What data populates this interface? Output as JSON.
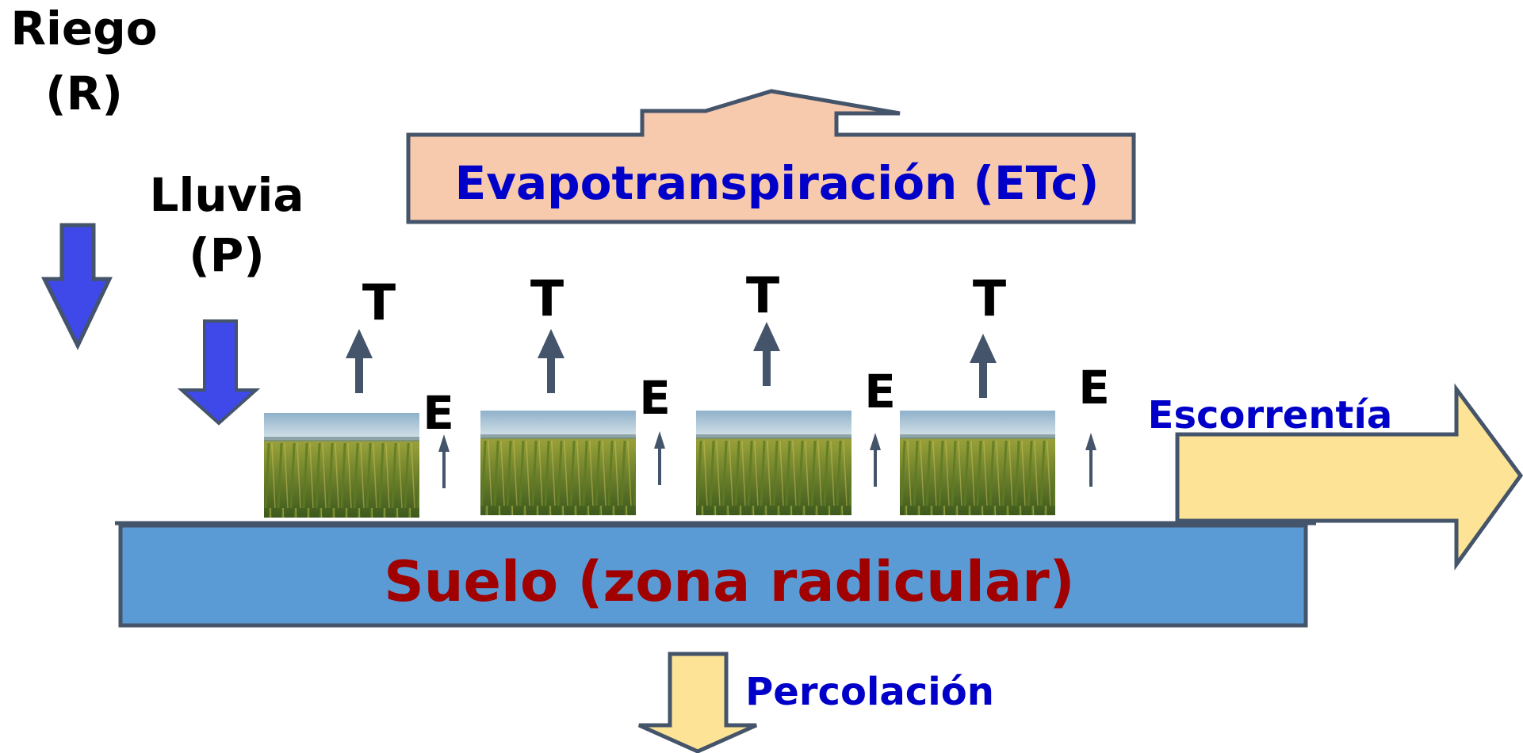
{
  "labels": {
    "riego": "Riego",
    "riego_sym": "(R)",
    "lluvia": "Lluvia",
    "lluvia_sym": "(P)",
    "etc": "Evapotranspiración (ETc)",
    "escorrentia": "Escorrentía",
    "suelo": "Suelo (zona radicular)",
    "percolacion": "Percolación"
  },
  "plants": [
    {
      "t": "T",
      "e": "E"
    },
    {
      "t": "T",
      "e": "E"
    },
    {
      "t": "T",
      "e": "E"
    },
    {
      "t": "T",
      "e": "E"
    }
  ],
  "colors": {
    "water_arrow": "#3f48e8",
    "etc_box": "#f7c9ad",
    "soil": "#5b9bd5",
    "runoff_arrow": "#fde395",
    "outline": "#44546a",
    "small_arrow": "#44546a",
    "label_blue": "#0000c8",
    "label_red": "#a00000"
  },
  "icons": {
    "crop_photo": "cornfield-image"
  }
}
